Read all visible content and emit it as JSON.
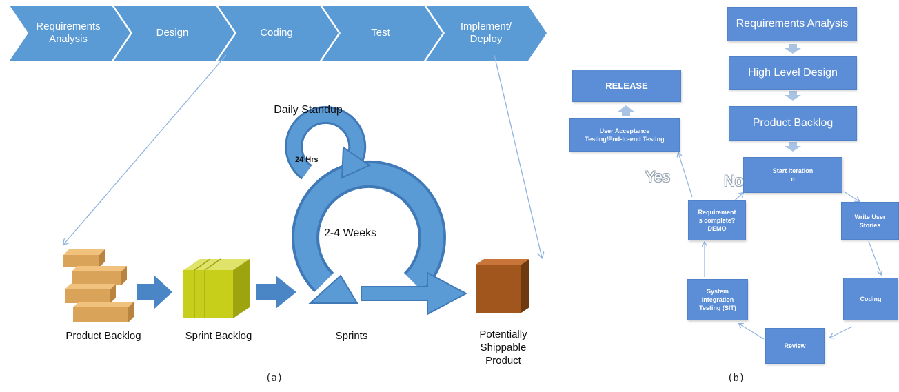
{
  "panel_a": {
    "phases": [
      "Requirements\nAnalysis",
      "Design",
      "Coding",
      "Test",
      "Implement/\nDeploy"
    ],
    "daily_standup": "Daily Standup",
    "hrs": "24 Hrs",
    "weeks": "2-4 Weeks",
    "product_backlog": "Product Backlog",
    "sprint_backlog": "Sprint Backlog",
    "sprints": "Sprints",
    "potentially_shippable": "Potentially\nShippable\nProduct",
    "label": "(a)"
  },
  "panel_b": {
    "requirements_analysis": "Requirements Analysis",
    "high_level_design": "High Level Design",
    "product_backlog": "Product Backlog",
    "release": "RELEASE",
    "uat": "User Acceptance\nTesting/End-to-end  Testing",
    "start_iteration": "Start Iteration\nn",
    "write_user_stories": "Write User\nStories",
    "coding": "Coding",
    "review": "Review",
    "sit": "System\nIntegration\nTesting (SIT)",
    "requirements_complete": "Requirement\ns complete?\nDEMO",
    "yes": "Yes",
    "no": "No",
    "label": "(b)"
  },
  "colors": {
    "blue": "#5b8ed6",
    "chevron": "#5b9bd5",
    "sprint_arrow": "#4a86c5",
    "product_backlog_box": "#d9a45a",
    "sprint_backlog_box": "#c7cf1a",
    "shippable_box": "#a0561c",
    "connector": "#8fb3e0"
  }
}
